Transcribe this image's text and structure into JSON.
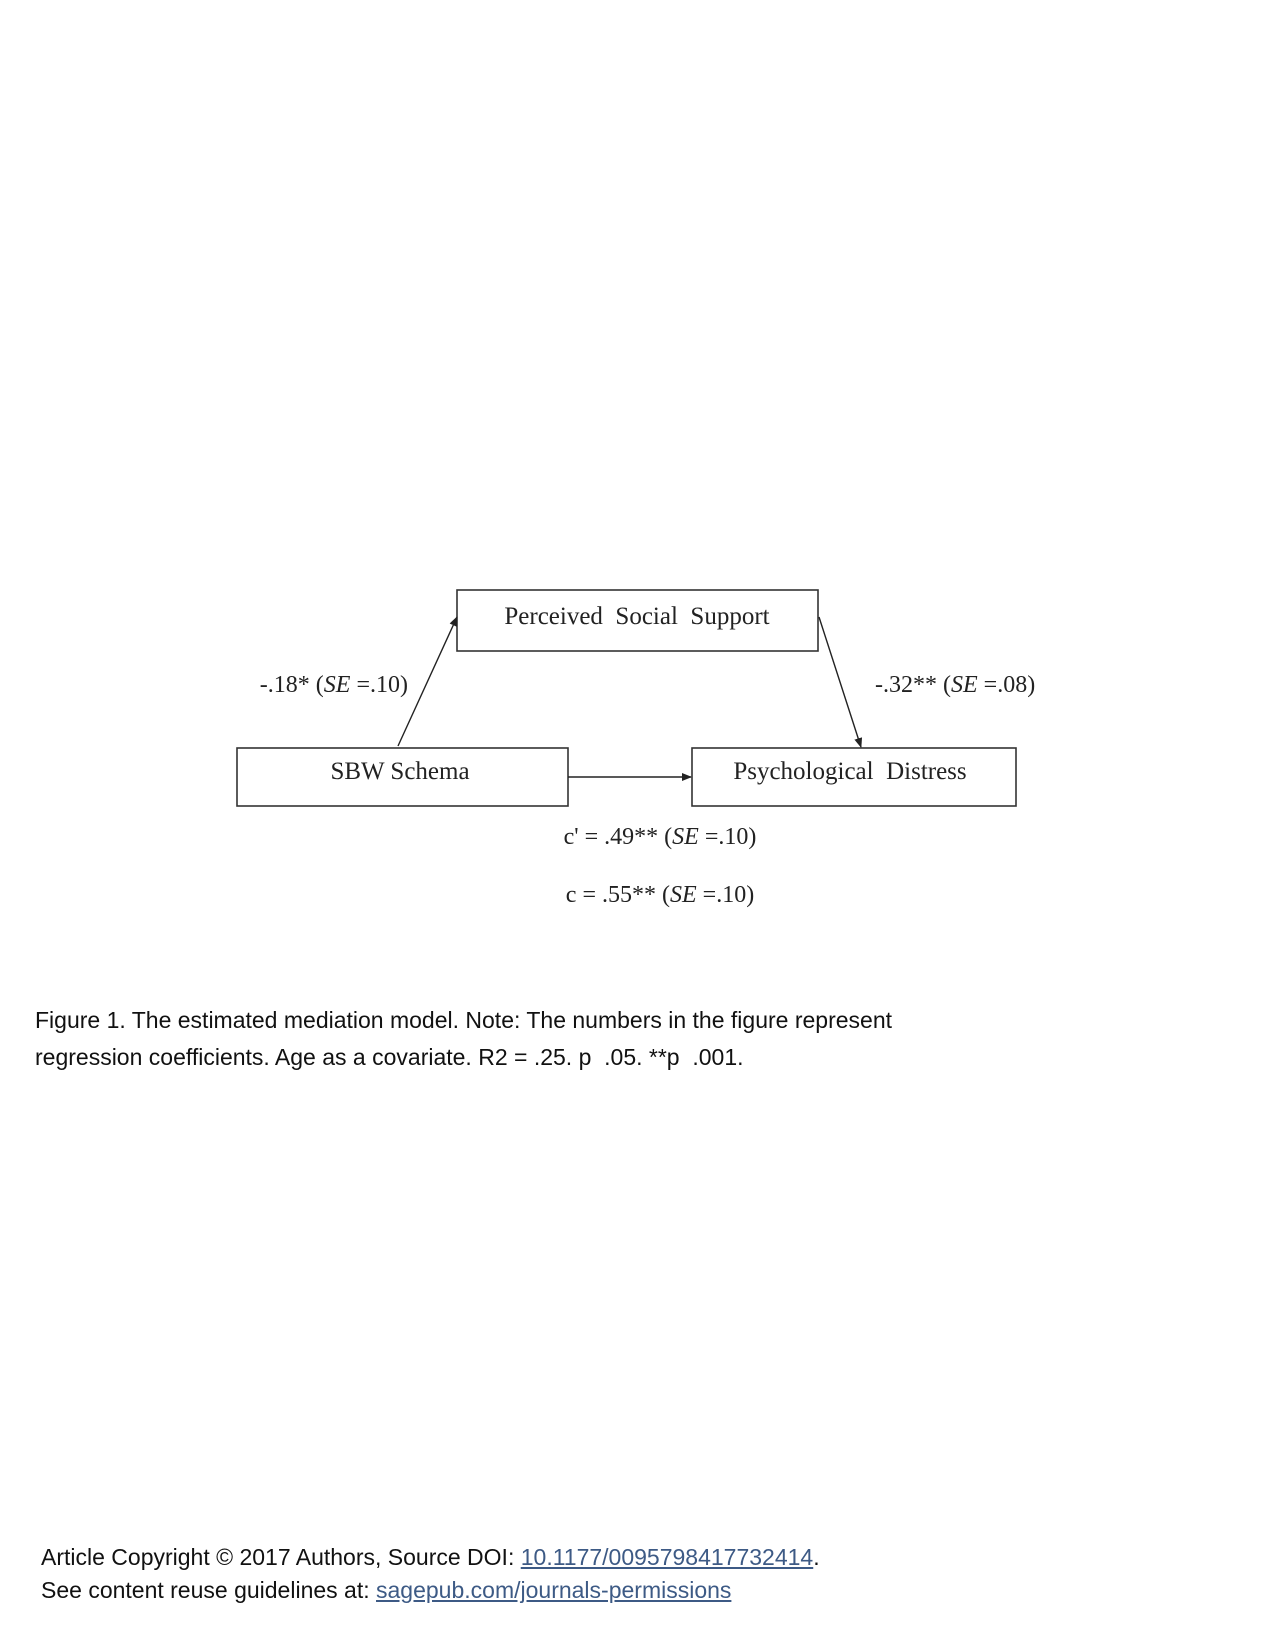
{
  "diagram": {
    "nodes": {
      "mediator": "Perceived  Social  Support",
      "predictor": "SBW Schema",
      "outcome": "Psychological  Distress"
    },
    "paths": {
      "a": {
        "coef": "-.18*",
        "se_prefix": " (",
        "se_label": "SE",
        "se_value": " =.10)"
      },
      "b": {
        "coef": "-.32**",
        "se_prefix": " (",
        "se_label": "SE",
        "se_value": " =.08)"
      },
      "c_prime": {
        "coef": "c' = .49**",
        "se_prefix": " (",
        "se_label": "SE",
        "se_value": " =.10)"
      },
      "c": {
        "coef": "c = .55**",
        "se_prefix": " (",
        "se_label": "SE",
        "se_value": " =.10)"
      }
    }
  },
  "caption": {
    "line1": "Figure 1. The estimated mediation model. Note: The numbers in the figure represent",
    "line2": "regression coefficients. Age as a covariate. R2 = .25. p  .05. **p  .001."
  },
  "footer": {
    "line1_prefix": "Article Copyright © 2017 Authors, Source DOI: ",
    "doi_link": "10.1177/0095798417732414",
    "line1_suffix": ".",
    "line2_prefix": "See content reuse guidelines at: ",
    "reuse_link": "sagepub.com/journals-permissions"
  }
}
